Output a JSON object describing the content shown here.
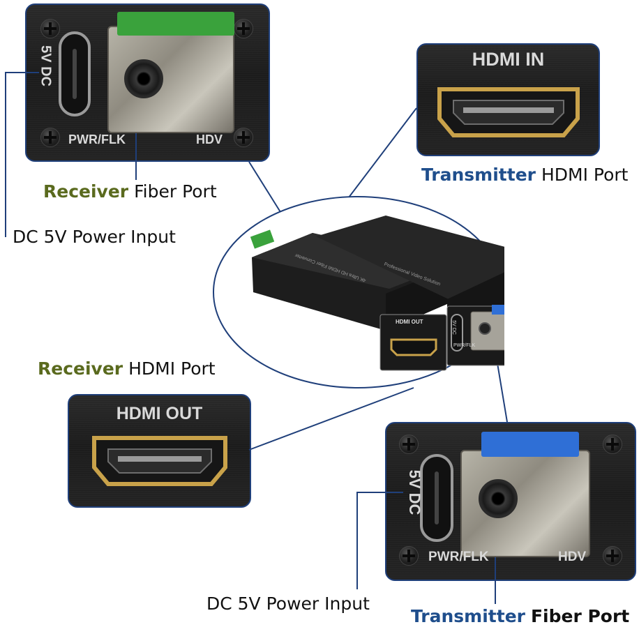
{
  "receiver_fiber_panel": {
    "dc_label": "5V DC",
    "pwr_label": "PWR/FLK",
    "hdv_label": "HDV"
  },
  "transmitter_hdmi_panel": {
    "port_label": "HDMI IN"
  },
  "receiver_hdmi_panel": {
    "port_label": "HDMI OUT"
  },
  "transmitter_fiber_panel": {
    "dc_label": "5V DC",
    "pwr_label": "PWR/FLK",
    "hdv_label": "HDV"
  },
  "device_photo": {
    "receiver_hdmi_label": "HDMI OUT",
    "dc_label": "5V DC",
    "pwr_label": "PWR/FLK",
    "side_text_1": "4K Ultra HD HDMI Fiber Converter",
    "side_text_2": "Professional Video Solution"
  },
  "captions": {
    "receiver_fiber": {
      "role": "Receiver",
      "text": "Fiber Port"
    },
    "transmitter_hdmi": {
      "role": "Transmitter",
      "text": "HDMI Port"
    },
    "dc_power_top": "DC 5V Power Input",
    "receiver_hdmi": {
      "role": "Receiver",
      "text": "HDMI Port"
    },
    "dc_power_bottom": "DC 5V Power Input",
    "transmitter_fiber": {
      "role": "Transmitter",
      "text": "Fiber Port"
    }
  },
  "colors": {
    "receiver_role": "#5a6a1e",
    "transmitter_role": "#1f4e8c",
    "callout_line": "#1f3f7a",
    "panel_border": "#1f3f7a",
    "receiver_latch": "#3aa23c",
    "transmitter_latch": "#2f6fd6",
    "hdmi_gold": "#c9a24a"
  }
}
